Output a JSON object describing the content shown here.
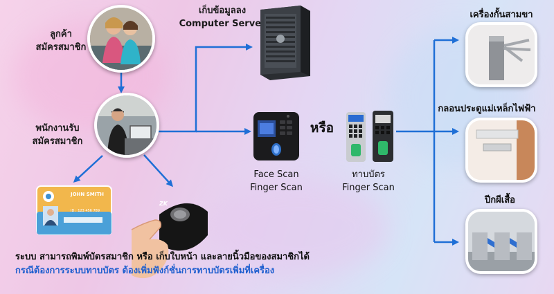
{
  "labels": {
    "customer": [
      "ลูกค้า",
      "สมัครสมาชิก"
    ],
    "staff": [
      "พนักงานรับ",
      "สมัครสมาชิก"
    ],
    "server": [
      "เก็บข้อมูลลง",
      "Computer Server"
    ],
    "face_scan": [
      "Face Scan",
      "Finger Scan"
    ],
    "or": "หรือ",
    "card_scan": [
      "ทาบบัตร",
      "Finger Scan"
    ],
    "turnstile": "เครื่องกั้นสามขา",
    "maglock": "กลอนประตูแม่เหล็กไฟฟ้า",
    "flap_gate": "ปีกผีเสื้อ"
  },
  "member_card": {
    "name": "JOHN SMITH",
    "number": "ID : 123 456 789"
  },
  "scanner_brand": "ZK",
  "notes": {
    "line1": "ระบบ สามารถพิมพ์บัตรสมาชิก หรือ เก็บใบหน้า และลายนิ้วมือของสมาชิกได้",
    "line2": "กรณีต้องการระบบทาบบัตร ต้องเพิ่มฟังก์ชั่นการทาบบัตรเพิ่มที่เครื่อง"
  },
  "colors": {
    "arrow": "#1f6fd6",
    "note_blue": "#1f5fcf"
  }
}
